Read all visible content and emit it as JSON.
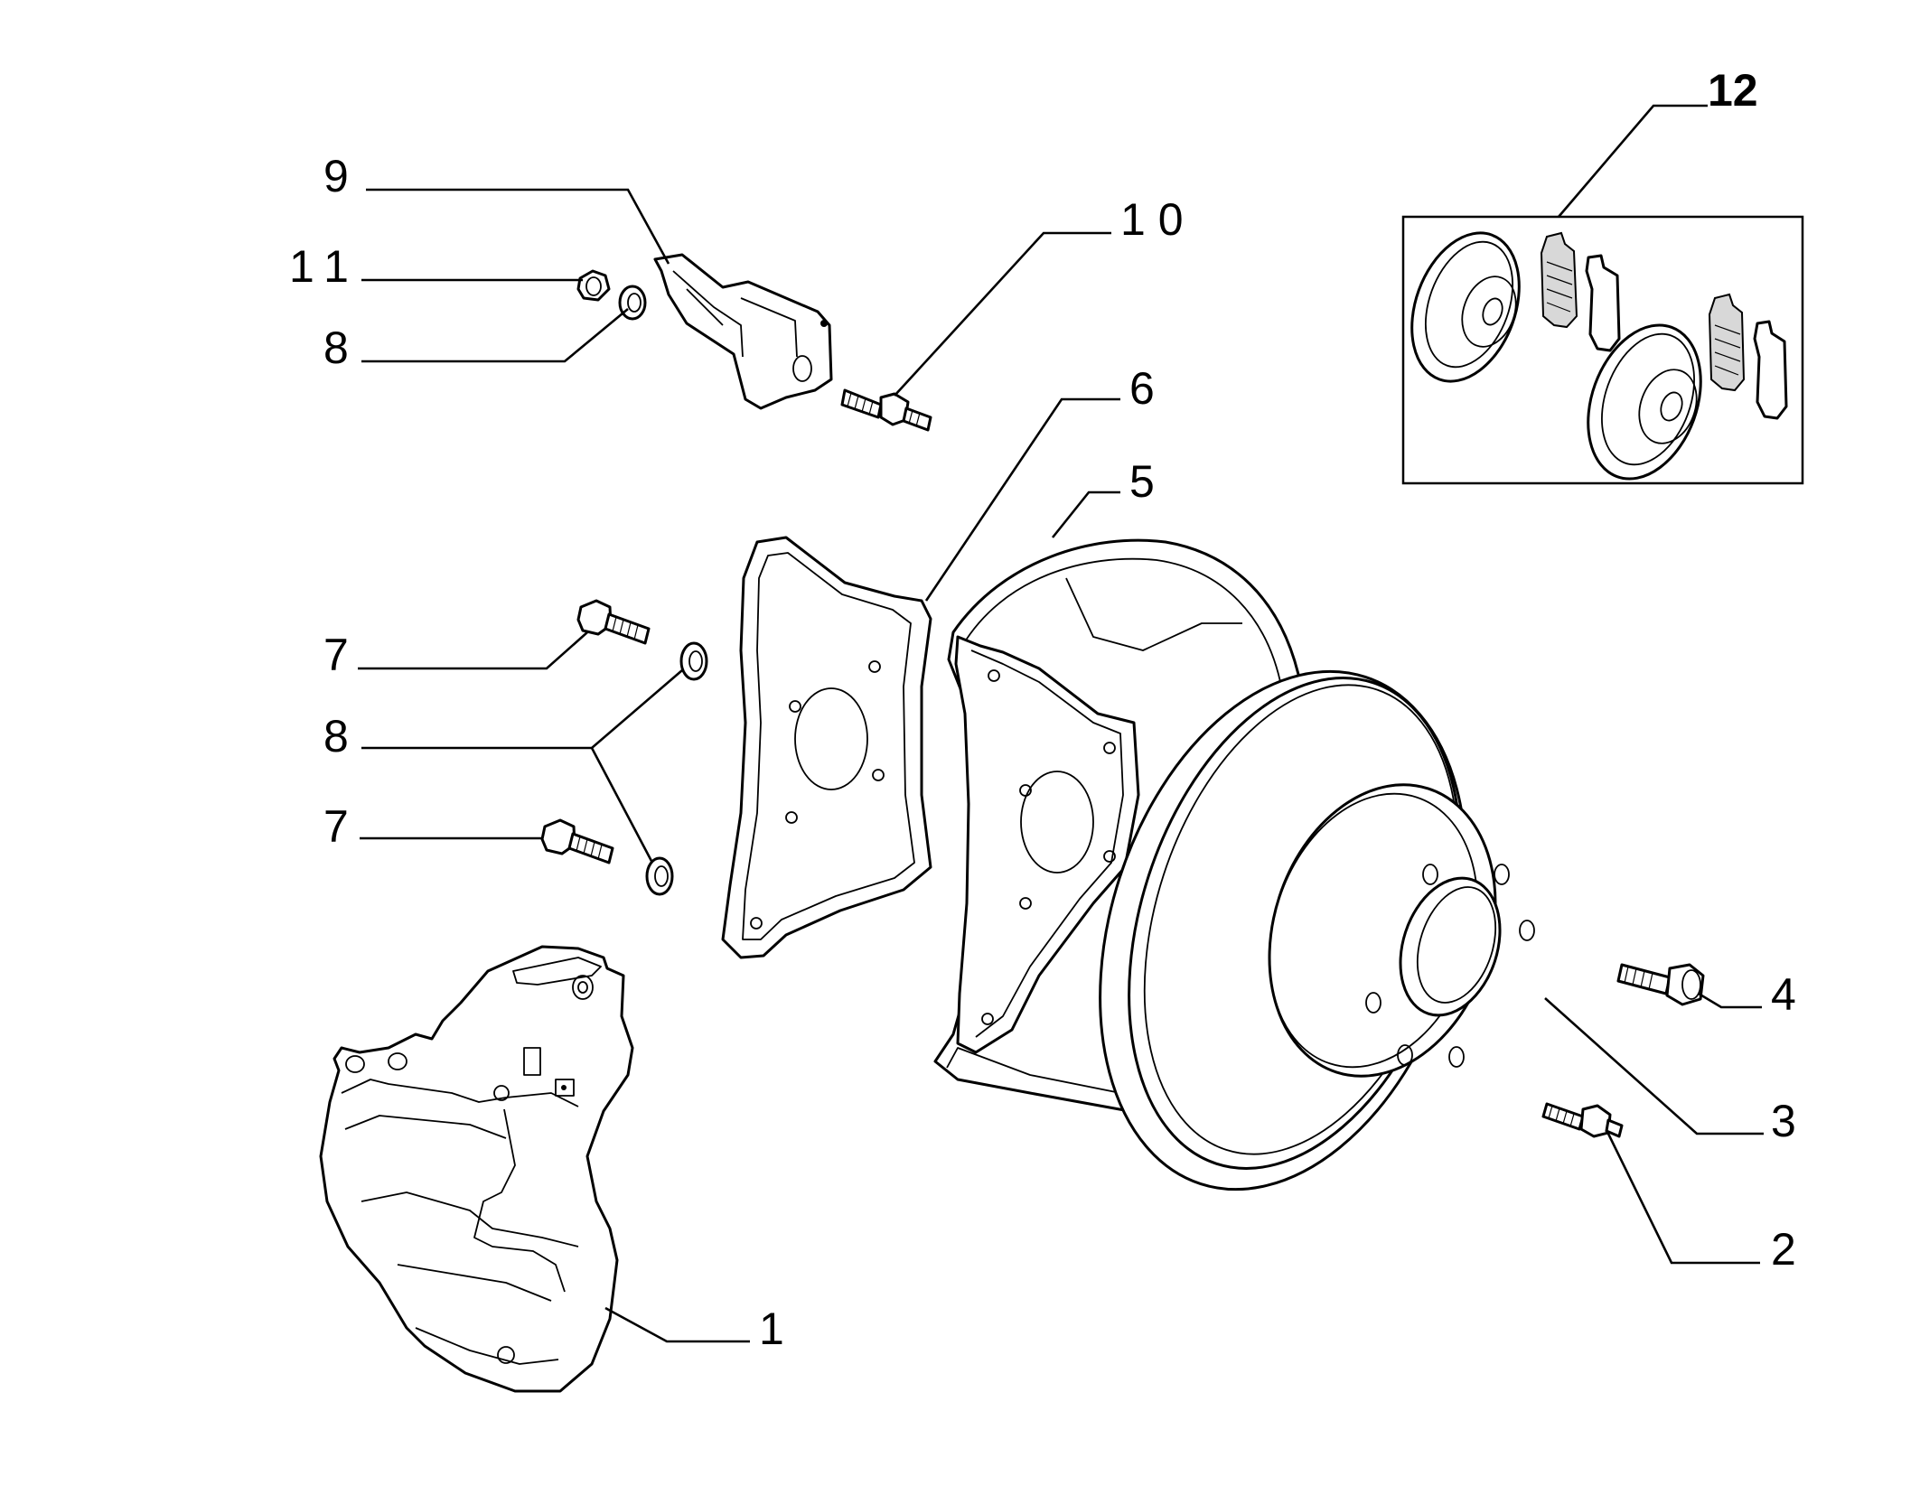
{
  "colors": {
    "line": "#000000",
    "background": "#ffffff",
    "pad_fill": "#d8d8d8"
  },
  "callouts": {
    "c1": "1",
    "c2": "2",
    "c3": "3",
    "c4": "4",
    "c5": "5",
    "c6": "6",
    "c7a": "7",
    "c7b": "7",
    "c8a": "8",
    "c8b": "8",
    "c9": "9",
    "c10": "10",
    "c11": "11",
    "c12": "12"
  }
}
